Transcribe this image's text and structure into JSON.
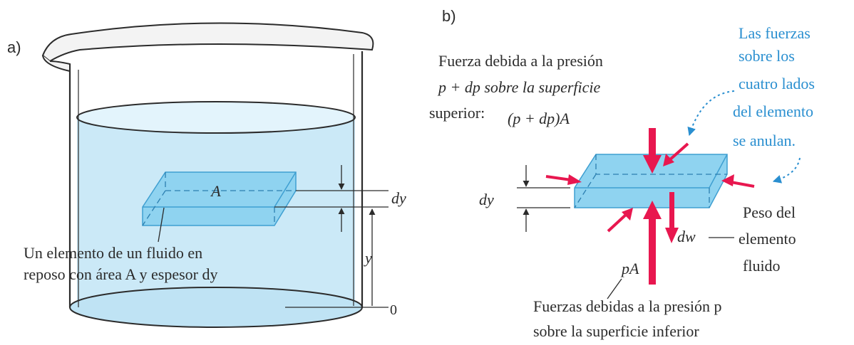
{
  "panel_a": {
    "label": "a)",
    "element_area": "A",
    "dy": "dy",
    "y": "y",
    "zero": "0",
    "caption_line1": "Un elemento de un fluido en",
    "caption_line2": "reposo con área A y espesor dy"
  },
  "panel_b": {
    "label": "b)",
    "top_force_line1": "Fuerza debida a la presión",
    "top_force_line2": "p + dp sobre la superficie",
    "top_force_line3": "superior:",
    "top_force_expr": "(p + dp)A",
    "side_note_line1": "Las fuerzas",
    "side_note_line2": "sobre los",
    "side_note_line3": "cuatro lados",
    "side_note_line4": "del elemento",
    "side_note_line5": "se anulan.",
    "dy": "dy",
    "dw": "dw",
    "weight_line1": "Peso del",
    "weight_line2": "elemento",
    "weight_line3": "fluido",
    "pA": "pA",
    "bottom_force_line1": "Fuerzas debidas a la presión p",
    "bottom_force_line2": "sobre la superficie inferior"
  },
  "colors": {
    "water": "#cbe9f7",
    "element": "#8fd3f0",
    "element_edge": "#3f9fd1",
    "arrow_red": "#e8174f",
    "note_blue": "#2a8fd0",
    "outline": "#2b2b2b"
  }
}
